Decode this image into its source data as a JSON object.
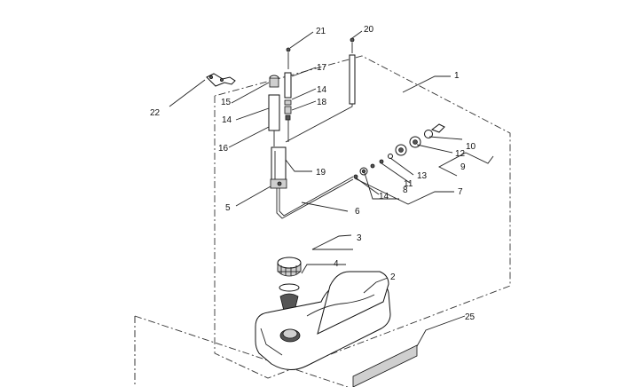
{
  "callouts": [
    {
      "id": "c1",
      "text": "1"
    },
    {
      "id": "c2",
      "text": "2"
    },
    {
      "id": "c3",
      "text": "3"
    },
    {
      "id": "c4",
      "text": "4"
    },
    {
      "id": "c5",
      "text": "5"
    },
    {
      "id": "c6",
      "text": "6"
    },
    {
      "id": "c7",
      "text": "7"
    },
    {
      "id": "c8",
      "text": "8"
    },
    {
      "id": "c9",
      "text": "9"
    },
    {
      "id": "c10",
      "text": "10"
    },
    {
      "id": "c11",
      "text": "11"
    },
    {
      "id": "c12",
      "text": "12"
    },
    {
      "id": "c13",
      "text": "13"
    },
    {
      "id": "c14a",
      "text": "14"
    },
    {
      "id": "c14b",
      "text": "14"
    },
    {
      "id": "c14c",
      "text": "14"
    },
    {
      "id": "c15",
      "text": "15"
    },
    {
      "id": "c16",
      "text": "16"
    },
    {
      "id": "c17",
      "text": "17"
    },
    {
      "id": "c18",
      "text": "18"
    },
    {
      "id": "c19",
      "text": "19"
    },
    {
      "id": "c20",
      "text": "20"
    },
    {
      "id": "c21",
      "text": "21"
    },
    {
      "id": "c22",
      "text": "22"
    },
    {
      "id": "c25",
      "text": "25"
    }
  ]
}
